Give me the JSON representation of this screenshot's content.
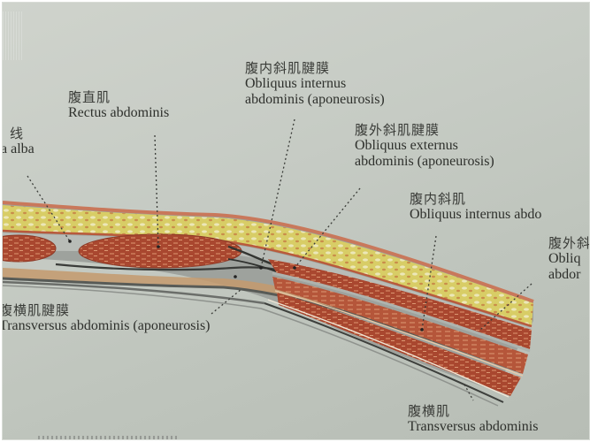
{
  "figure": {
    "subject": "Abdominal wall cross-section",
    "colors": {
      "paper": "#c7ccc5",
      "text": "#2e302c",
      "skin": "#c97a5a",
      "fat": "#d9cf6a",
      "muscle": "#a8472f",
      "fascia": "#b9bdb8",
      "aponeurosis": "#3c3f3c"
    }
  },
  "labels": [
    {
      "id": "linea-alba",
      "zh": "线",
      "en": "a alba"
    },
    {
      "id": "rectus-abdominis",
      "zh": "腹直肌",
      "en": "Rectus abdominis"
    },
    {
      "id": "obliquus-internus-aponeurosis",
      "zh": "腹内斜肌腱膜",
      "en_line1": "Obliquus internus",
      "en_line2": "abdominis (aponeurosis)"
    },
    {
      "id": "obliquus-externus-aponeurosis",
      "zh": "腹外斜肌腱膜",
      "en_line1": "Obliquus externus",
      "en_line2": "abdominis (aponeurosis)"
    },
    {
      "id": "obliquus-internus",
      "zh": "腹内斜肌",
      "en": "Obliquus internus abdo"
    },
    {
      "id": "obliquus-externus",
      "zh": "腹外斜",
      "en_line1": "Obliq",
      "en_line2": "abdor"
    },
    {
      "id": "transversus-aponeurosis",
      "zh": "腹横肌腱膜",
      "en": "Transversus abdominis (aponeurosis)"
    },
    {
      "id": "transversus-abdominis",
      "zh": "腹横肌",
      "en": "Transversus abdominis"
    }
  ]
}
